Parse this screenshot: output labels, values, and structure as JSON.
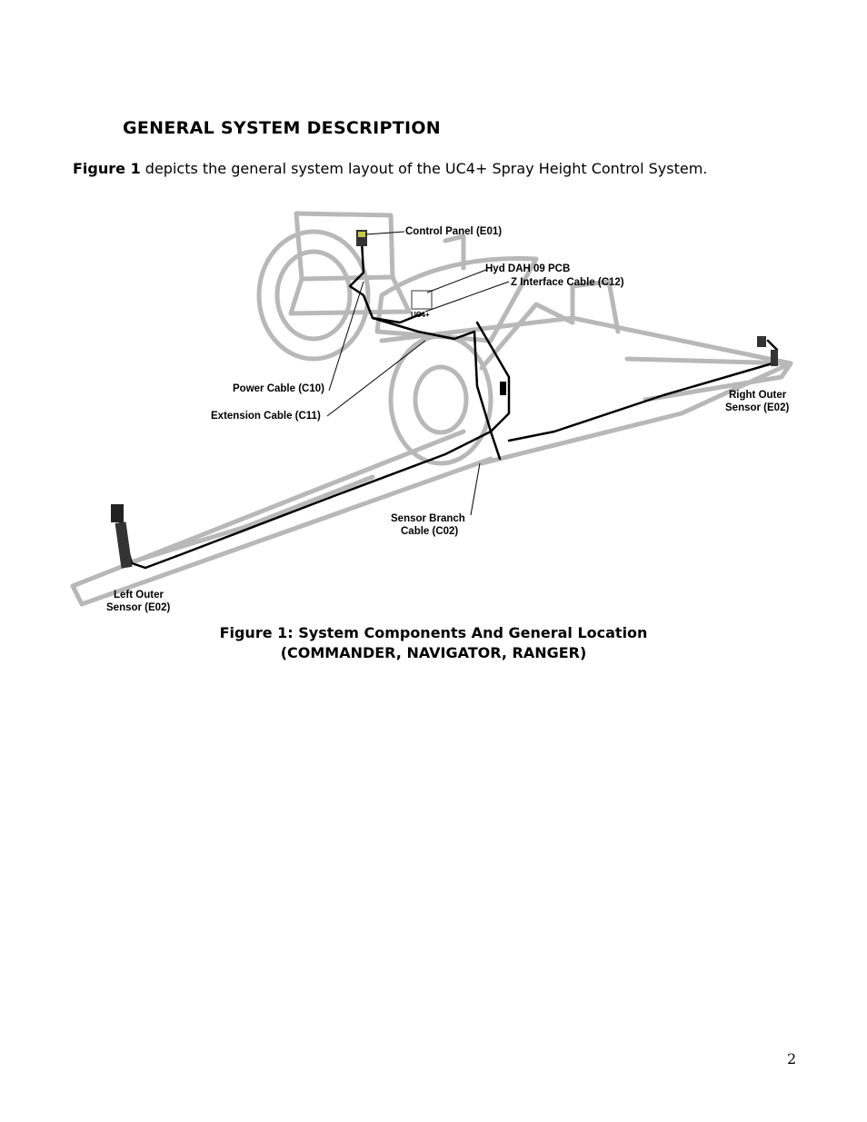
{
  "heading": "GENERAL SYSTEM DESCRIPTION",
  "intro": {
    "ref": "Figure 1",
    "text": " depicts the general system layout of the UC4+ Spray Height Control System."
  },
  "figure": {
    "labels": {
      "control_panel": "Control Panel (E01)",
      "hyd_pcb": "Hyd DAH 09 PCB",
      "z_interface": "Z Interface Cable (C12)",
      "power_cable": "Power Cable (C10)",
      "extension_cable": "Extension Cable (C11)",
      "right_sensor_1": "Right Outer",
      "right_sensor_2": "Sensor (E02)",
      "branch_1": "Sensor Branch",
      "branch_2": "Cable (C02)",
      "left_sensor_1": "Left Outer",
      "left_sensor_2": "Sensor (E02)",
      "uc4_badge": "UC4+"
    }
  },
  "caption": {
    "line1": "Figure 1: System Components And General Location",
    "line2": "(COMMANDER, NAVIGATOR, RANGER)"
  },
  "page_number": "2",
  "colors": {
    "outline": "#b8b8b8",
    "cable": "#000000"
  }
}
